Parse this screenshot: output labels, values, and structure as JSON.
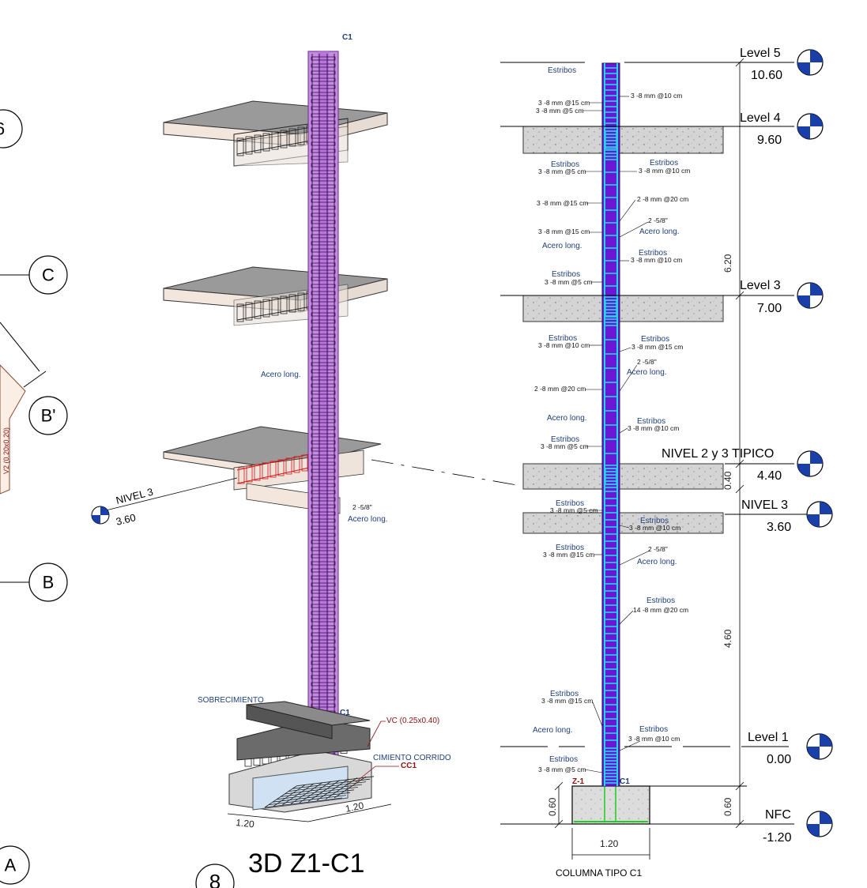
{
  "grid_markers": [
    "6",
    "C",
    "B'",
    "B",
    "A",
    "8"
  ],
  "side_wall_label": "V2 (0.20x0.20)",
  "view_3d": {
    "title": "3D Z1-C1",
    "column_tag_top": "C1",
    "column_tag_base": "C1",
    "label_acero": "Acero long.",
    "label_acero_2": "Acero long.",
    "label_bar": "2 -5/8\"",
    "nivel_name": "NIVEL 3",
    "nivel_value": "3.60",
    "sobrecimiento": "SOBRECIMIENTO",
    "vc_label": "VC (0.25x0.40)",
    "cimiento": "CIMIENTO CORRIDO",
    "cc_label": "CC1",
    "dim_a": "1.20",
    "dim_b": "1.20"
  },
  "elevation": {
    "caption": "COLUMNA TIPO C1",
    "footing_width": "1.20",
    "footing_tag": "Z-1",
    "column_tag": "C1",
    "levels": [
      {
        "name": "Level 5",
        "value": "10.60"
      },
      {
        "name": "Level 4",
        "value": "9.60"
      },
      {
        "name": "Level 3",
        "value": "7.00"
      },
      {
        "name": "NIVEL 2 y 3 TIPICO",
        "value": "4.40"
      },
      {
        "name": "NIVEL 3",
        "value": "3.60"
      },
      {
        "name": "Level 1",
        "value": "0.00"
      },
      {
        "name": "NFC",
        "value": "-1.20"
      }
    ],
    "dims": [
      "6.20",
      "0.40",
      "4.60",
      "0.60",
      "0.60"
    ],
    "annotations": [
      "Estribos",
      "3 -8 mm @10 cm",
      "3 -8 mm @15 cm",
      "3 -8 mm @5 cm",
      "Estribos",
      "3 -8 mm @5 cm",
      "Estribos",
      "3 -8 mm @10 cm",
      "3 -8 mm @15 cm",
      "2 -8 mm @20 cm",
      "2 -5/8\"",
      "3 -8 mm @15 cm",
      "Acero long.",
      "Acero long.",
      "Estribos",
      "3 -8 mm @10 cm",
      "Estribos",
      "3 -8 mm @5 cm",
      "Estribos",
      "3 -8 mm @10 cm",
      "Estribos",
      "3 -8 mm @15 cm",
      "2 -5/8\"",
      "Acero long.",
      "2 -8 mm @20 cm",
      "Acero long.",
      "Estribos",
      "3 -8 mm @10 cm",
      "Estribos",
      "3 -8 mm @5 cm",
      "Estribos",
      "3 -8 mm @5 cm",
      "Estribos",
      "3 -8 mm @10 cm",
      "Estribos",
      "3 -8 mm @15 cm",
      "2 -5/8\"",
      "Acero long.",
      "Estribos",
      "14 -8 mm @20 cm",
      "Estribos",
      "3 -8 mm @15 cm",
      "Acero long.",
      "Estribos",
      "3 -8 mm @10 cm",
      "Estribos",
      "3 -8 mm @5 cm"
    ]
  }
}
